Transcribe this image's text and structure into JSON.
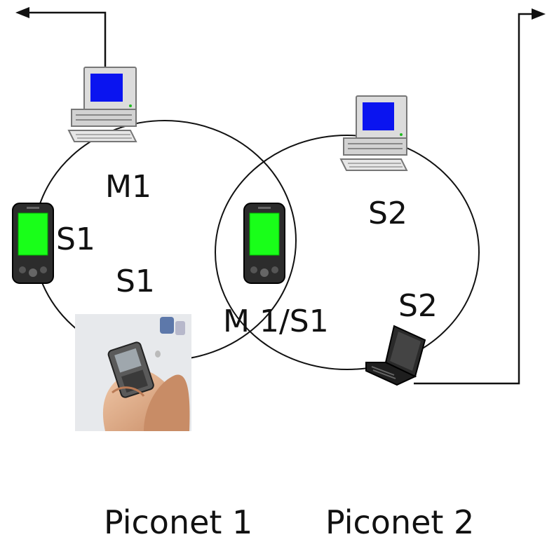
{
  "labels": {
    "m1": "M1",
    "s1_pda": "S1",
    "s1_phone": "S1",
    "bridge": "M 1/S1",
    "s2_desktop": "S2",
    "s2_laptop": "S2"
  },
  "captions": {
    "piconet1": "Piconet 1",
    "piconet2": "Piconet 2"
  },
  "colors": {
    "screen_blue": "#0a14f0",
    "screen_green": "#19ff19",
    "line": "#111111"
  }
}
